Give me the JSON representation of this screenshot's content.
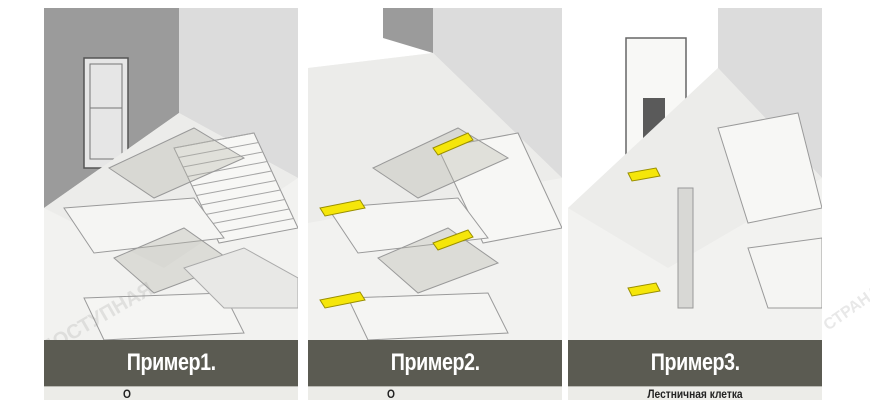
{
  "panels": [
    {
      "caption": "Пример1.",
      "description_fragment": "О"
    },
    {
      "caption": "Пример2.",
      "description_fragment": "О"
    },
    {
      "caption": "Пример3.",
      "description_fragment": "Лестничная клетка"
    }
  ],
  "watermark": {
    "line1": "ДОСТУПНАЯ",
    "line2": "СТРАНА"
  },
  "colors": {
    "caption_bg": "#5b5b52",
    "tactile_yellow": "#f5e60a",
    "wall_gray": "#8f8f8f",
    "floor": "#f2f2f0"
  }
}
